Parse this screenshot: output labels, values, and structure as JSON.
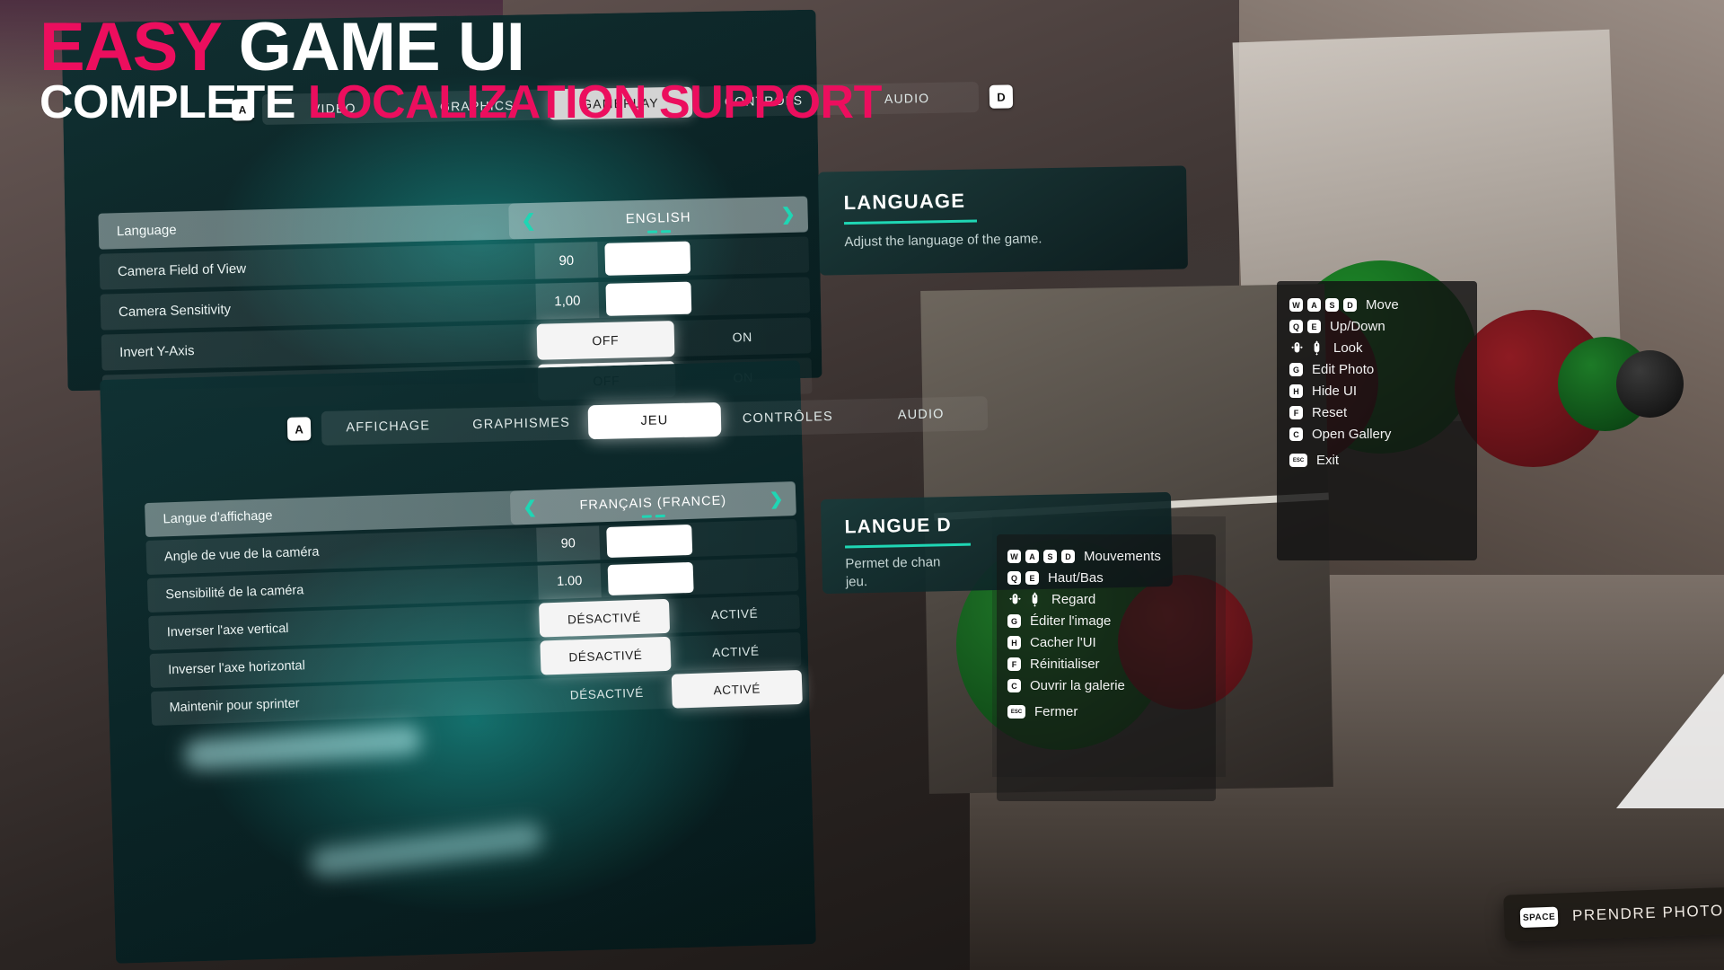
{
  "promo": {
    "line1_a": "EASY ",
    "line1_b": "GAME UI",
    "line2_a": "COMPLETE ",
    "line2_b": "LOCALIZATION SUPPORT"
  },
  "colors": {
    "accent_pink": "#ec0e5e",
    "accent_teal": "#1fd6b4",
    "panel_dark": "#0e2e30",
    "selected_white": "#ffffff"
  },
  "menu_en": {
    "prev_key": "A",
    "next_key": "D",
    "tabs": [
      {
        "label": "VIDEO",
        "active": false
      },
      {
        "label": "GRAPHICS",
        "active": false
      },
      {
        "label": "GAMEPLAY",
        "active": true
      },
      {
        "label": "CONTROLS",
        "active": false
      },
      {
        "label": "AUDIO",
        "active": false
      }
    ],
    "rows": [
      {
        "label": "Language",
        "type": "selector",
        "value": "ENGLISH",
        "prev": "❮",
        "next": "❯"
      },
      {
        "label": "Camera Field of View",
        "type": "slider",
        "value": "90"
      },
      {
        "label": "Camera Sensitivity",
        "type": "slider",
        "value": "1,00"
      },
      {
        "label": "Invert Y-Axis",
        "type": "toggle",
        "off": "OFF",
        "on": "ON",
        "selected": "off"
      },
      {
        "label": "",
        "type": "toggle",
        "off": "OFF",
        "on": "ON",
        "selected": "off"
      }
    ],
    "info": {
      "title": "LANGUAGE",
      "description": "Adjust the language of the game."
    }
  },
  "menu_fr": {
    "prev_key": "A",
    "tabs": [
      {
        "label": "AFFICHAGE",
        "active": false
      },
      {
        "label": "GRAPHISMES",
        "active": false
      },
      {
        "label": "JEU",
        "active": true
      },
      {
        "label": "CONTRÔLES",
        "active": false
      },
      {
        "label": "AUDIO",
        "active": false
      }
    ],
    "rows": [
      {
        "label": "Langue d'affichage",
        "type": "selector",
        "value": "FRANÇAIS (FRANCE)",
        "prev": "❮",
        "next": "❯"
      },
      {
        "label": "Angle de vue de la caméra",
        "type": "slider",
        "value": "90"
      },
      {
        "label": "Sensibilité de la caméra",
        "type": "slider",
        "value": "1.00"
      },
      {
        "label": "Inverser l'axe vertical",
        "type": "toggle",
        "off": "DÉSACTIVÉ",
        "on": "ACTIVÉ",
        "selected": "off"
      },
      {
        "label": "Inverser l'axe horizontal",
        "type": "toggle",
        "off": "DÉSACTIVÉ",
        "on": "ACTIVÉ",
        "selected": "off"
      },
      {
        "label": "Maintenir pour sprinter",
        "type": "toggle",
        "off": "DÉSACTIVÉ",
        "on": "ACTIVÉ",
        "selected": "on"
      }
    ],
    "info": {
      "title": "LANGUE D",
      "description": "Permet de chan",
      "description2": "jeu."
    }
  },
  "hud_en": {
    "items": [
      {
        "keys": [
          "W",
          "A",
          "S",
          "D"
        ],
        "label": "Move",
        "icons": []
      },
      {
        "keys": [
          "Q",
          "E"
        ],
        "label": "Up/Down",
        "icons": []
      },
      {
        "keys": [],
        "label": "Look",
        "icons": [
          "mouse-horizontal-icon",
          "mouse-vertical-icon"
        ]
      },
      {
        "keys": [
          "G"
        ],
        "label": "Edit Photo",
        "icons": []
      },
      {
        "keys": [
          "H"
        ],
        "label": "Hide UI",
        "icons": []
      },
      {
        "keys": [
          "F"
        ],
        "label": "Reset",
        "icons": []
      },
      {
        "keys": [
          "C"
        ],
        "label": "Open Gallery",
        "icons": []
      }
    ],
    "exit": {
      "key": "ESC",
      "label": "Exit"
    }
  },
  "hud_fr": {
    "items": [
      {
        "keys": [
          "W",
          "A",
          "S",
          "D"
        ],
        "label": "Mouvements",
        "icons": []
      },
      {
        "keys": [
          "Q",
          "E"
        ],
        "label": "Haut/Bas",
        "icons": []
      },
      {
        "keys": [],
        "label": "Regard",
        "icons": [
          "mouse-horizontal-icon",
          "mouse-vertical-icon"
        ]
      },
      {
        "keys": [
          "G"
        ],
        "label": "Éditer l'image",
        "icons": []
      },
      {
        "keys": [
          "H"
        ],
        "label": "Cacher l'UI",
        "icons": []
      },
      {
        "keys": [
          "F"
        ],
        "label": "Réinitialiser",
        "icons": []
      },
      {
        "keys": [
          "C"
        ],
        "label": "Ouvrir la galerie",
        "icons": []
      }
    ],
    "exit": {
      "key": "ESC",
      "label": "Fermer"
    }
  },
  "photo_button": {
    "key": "SPACE",
    "label": "PRENDRE PHOTO"
  }
}
